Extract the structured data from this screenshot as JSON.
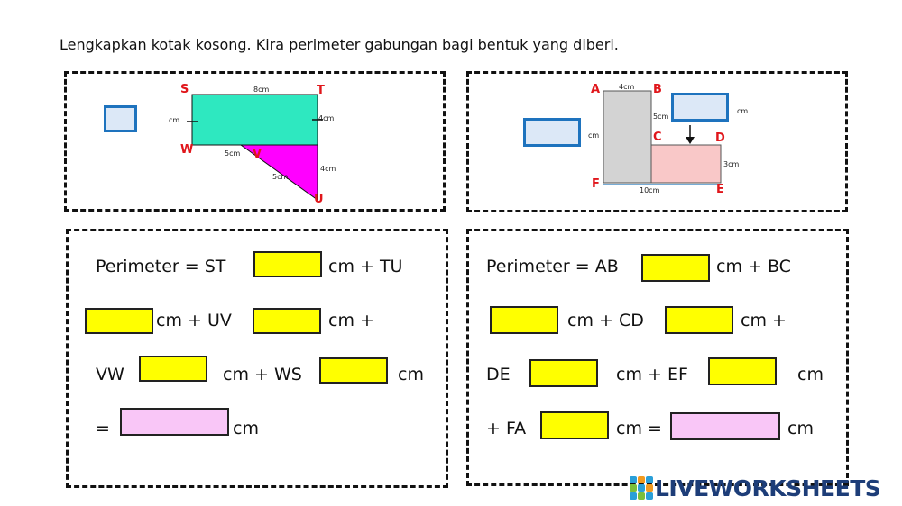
{
  "instruction": "Lengkapkan kotak kosong. Kira perimeter gabungan bagi bentuk yang diberi.",
  "colors": {
    "rectangle": "#2ee8c0",
    "triangle": "#ff00ff",
    "tall_rect": "#d3d3d3",
    "short_rect": "#f9c8c8",
    "vertex_label": "#e0161b",
    "answer_yellow": "#ffff00",
    "answer_pink": "#f9c6f7",
    "missing_box": "#dce8f7",
    "missing_box_border": "#1e73be"
  },
  "shape1": {
    "vertices": {
      "s": "S",
      "t": "T",
      "w": "W",
      "v": "V",
      "u": "U"
    },
    "dims": {
      "st": "8cm",
      "tw": "4cm",
      "wv": "5cm",
      "vu": "5cm",
      "tu": "4cm"
    },
    "unit": "cm"
  },
  "shape2": {
    "vertices": {
      "a": "A",
      "b": "B",
      "c": "C",
      "d": "D",
      "e": "E",
      "f": "F"
    },
    "dims": {
      "ab": "4cm",
      "bc": "5cm",
      "de": "3cm",
      "fe": "10cm"
    },
    "unit_left": "cm",
    "unit_right": "cm"
  },
  "equation1": {
    "line1_start": "Perimeter = ST",
    "line1_end": "cm + TU",
    "line2_mid": "cm + UV",
    "line2_end": "cm +",
    "line3_start": "VW",
    "line3_mid": "cm + WS",
    "line3_end": "cm",
    "line4_start": "=",
    "line4_end": "cm"
  },
  "equation2": {
    "line1_start": "Perimeter = AB",
    "line1_end": "cm + BC",
    "line2_mid": "cm + CD",
    "line2_end": "cm +",
    "line3_start": "DE",
    "line3_mid": "cm + EF",
    "line3_end": "cm",
    "line4_start": "+ FA",
    "line4_mid": "cm =",
    "line4_end": "cm"
  },
  "logo": {
    "text": "LIVEWORKSHEETS"
  }
}
